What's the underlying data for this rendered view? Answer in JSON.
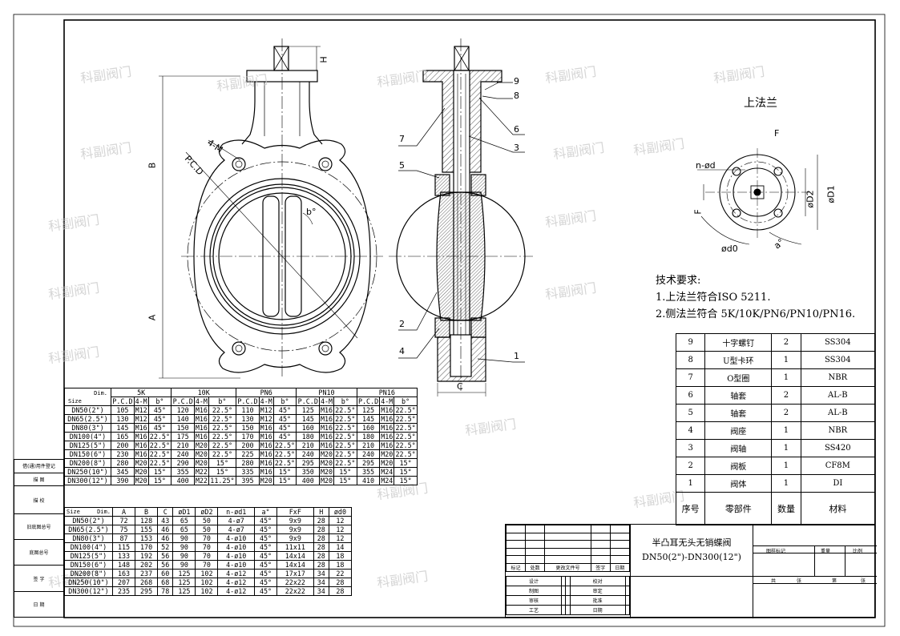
{
  "top_flange_title": "上法兰",
  "tech_requirements": {
    "heading": "技术要求:",
    "items": [
      "1.上法兰符合ISO 5211.",
      "2.侧法兰符合 5K/10K/PN6/PN10/PN16."
    ]
  },
  "watermark": "科副阀门",
  "callouts": [
    "1",
    "2",
    "3",
    "4",
    "5",
    "6",
    "7",
    "8",
    "9"
  ],
  "dim_labels": {
    "A": "A",
    "B": "B",
    "C": "C",
    "H": "H",
    "F": "F",
    "pcd": "P.C.D",
    "four_m": "4-M",
    "b_deg": "b°",
    "n_phi_d": "n-ød",
    "phi_d1": "øD1",
    "phi_d2": "øD2",
    "phi_d0": "ød0",
    "a_deg": "a°"
  },
  "flange_table": {
    "corner_top": "Dim.",
    "corner_bottom": "Size",
    "groups": [
      "5K",
      "10K",
      "PN6",
      "PN10",
      "PN16"
    ],
    "subcols": [
      "P.C.D",
      "4-M",
      "b°"
    ],
    "rows": [
      [
        "DN50(2\")",
        "105",
        "M12",
        "45°",
        "120",
        "M16",
        "22.5°",
        "110",
        "M12",
        "45°",
        "125",
        "M16",
        "22.5°",
        "125",
        "M16",
        "22.5°"
      ],
      [
        "DN65(2.5\")",
        "130",
        "M12",
        "45°",
        "140",
        "M16",
        "22.5°",
        "130",
        "M12",
        "45°",
        "145",
        "M16",
        "22.5°",
        "145",
        "M16",
        "22.5°"
      ],
      [
        "DN80(3\")",
        "145",
        "M16",
        "45°",
        "150",
        "M16",
        "22.5°",
        "150",
        "M16",
        "45°",
        "160",
        "M16",
        "22.5°",
        "160",
        "M16",
        "22.5°"
      ],
      [
        "DN100(4\")",
        "165",
        "M16",
        "22.5°",
        "175",
        "M16",
        "22.5°",
        "170",
        "M16",
        "45°",
        "180",
        "M16",
        "22.5°",
        "180",
        "M16",
        "22.5°"
      ],
      [
        "DN125(5\")",
        "200",
        "M16",
        "22.5°",
        "210",
        "M20",
        "22.5°",
        "200",
        "M16",
        "22.5°",
        "210",
        "M16",
        "22.5°",
        "210",
        "M16",
        "22.5°"
      ],
      [
        "DN150(6\")",
        "230",
        "M16",
        "22.5°",
        "240",
        "M20",
        "22.5°",
        "225",
        "M16",
        "22.5°",
        "240",
        "M20",
        "22.5°",
        "240",
        "M20",
        "22.5°"
      ],
      [
        "DN200(8\")",
        "280",
        "M20",
        "22.5°",
        "290",
        "M20",
        "15°",
        "280",
        "M16",
        "22.5°",
        "295",
        "M20",
        "22.5°",
        "295",
        "M20",
        "15°"
      ],
      [
        "DN250(10\")",
        "345",
        "M20",
        "15°",
        "355",
        "M22",
        "15°",
        "335",
        "M16",
        "15°",
        "350",
        "M20",
        "15°",
        "355",
        "M24",
        "15°"
      ],
      [
        "DN300(12\")",
        "390",
        "M20",
        "15°",
        "400",
        "M22",
        "11.25°",
        "395",
        "M20",
        "15°",
        "400",
        "M20",
        "15°",
        "410",
        "M24",
        "15°"
      ]
    ]
  },
  "dimension_table": {
    "corner_top": "Dim.",
    "corner_bottom": "Size",
    "headers": [
      "A",
      "B",
      "C",
      "øD1",
      "øD2",
      "n-ød1",
      "a°",
      "FxF",
      "H",
      "ød0"
    ],
    "rows": [
      [
        "DN50(2\")",
        "72",
        "128",
        "43",
        "65",
        "50",
        "4-ø7",
        "45°",
        "9x9",
        "28",
        "12"
      ],
      [
        "DN65(2.5\")",
        "75",
        "155",
        "46",
        "65",
        "50",
        "4-ø7",
        "45°",
        "9x9",
        "28",
        "12"
      ],
      [
        "DN80(3\")",
        "87",
        "153",
        "46",
        "90",
        "70",
        "4-ø10",
        "45°",
        "9x9",
        "28",
        "12"
      ],
      [
        "DN100(4\")",
        "115",
        "170",
        "52",
        "90",
        "70",
        "4-ø10",
        "45°",
        "11x11",
        "28",
        "14"
      ],
      [
        "DN125(5\")",
        "133",
        "192",
        "56",
        "90",
        "70",
        "4-ø10",
        "45°",
        "14x14",
        "28",
        "18"
      ],
      [
        "DN150(6\")",
        "148",
        "202",
        "56",
        "90",
        "70",
        "4-ø10",
        "45°",
        "14x14",
        "28",
        "18"
      ],
      [
        "DN200(8\")",
        "163",
        "237",
        "60",
        "125",
        "102",
        "4-ø12",
        "45°",
        "17x17",
        "34",
        "22"
      ],
      [
        "DN250(10\")",
        "207",
        "268",
        "68",
        "125",
        "102",
        "4-ø12",
        "45°",
        "22x22",
        "34",
        "28"
      ],
      [
        "DN300(12\")",
        "235",
        "295",
        "78",
        "125",
        "102",
        "4-ø12",
        "45°",
        "22x22",
        "34",
        "28"
      ]
    ]
  },
  "parts_list": {
    "headers": [
      "序号",
      "零部件",
      "数量",
      "材料"
    ],
    "rows": [
      [
        "9",
        "十字螺钉",
        "2",
        "SS304"
      ],
      [
        "8",
        "U型卡环",
        "1",
        "SS304"
      ],
      [
        "7",
        "O型圈",
        "1",
        "NBR"
      ],
      [
        "6",
        "轴套",
        "2",
        "AL-B"
      ],
      [
        "5",
        "轴套",
        "2",
        "AL-B"
      ],
      [
        "4",
        "阀座",
        "1",
        "NBR"
      ],
      [
        "3",
        "阀轴",
        "1",
        "SS420"
      ],
      [
        "2",
        "阀板",
        "1",
        "CF8M"
      ],
      [
        "1",
        "阀体",
        "1",
        "DI"
      ]
    ]
  },
  "title_block": {
    "title_line1": "半凸耳无头无销蝶阀",
    "title_line2": "DN50(2\")-DN300(12\")",
    "rev_header": [
      "标记",
      "处数",
      "更改文件号",
      "签字",
      "日期"
    ],
    "left_labels": [
      "设计",
      "制图",
      "审核",
      "工艺"
    ],
    "mid_labels": [
      "校对",
      "审定",
      "批准",
      "日期"
    ],
    "right_header": [
      "图样标记",
      "重量",
      "比例"
    ],
    "footer": [
      "共",
      "张",
      "第",
      "张"
    ]
  },
  "side_labels": [
    "借(通)用件登记",
    "描 图",
    "描 校",
    "旧底图总号",
    "底图总号",
    "签 字",
    "日 期"
  ]
}
